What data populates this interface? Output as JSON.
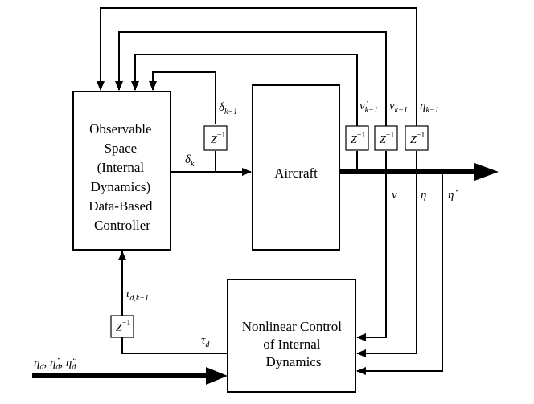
{
  "blocks": {
    "controller_lines": [
      "Observable",
      "Space",
      "(Internal",
      "Dynamics)",
      "Data-Based",
      "Controller"
    ],
    "aircraft": "Aircraft",
    "nonlinear_lines": [
      "Nonlinear Control",
      "of Internal",
      "Dynamics"
    ]
  },
  "delay_label": "Z",
  "delay_exponent": "−1",
  "signals": {
    "delta_k_minus_1": "δ",
    "delta_k_minus_1_sub": "k−1",
    "delta_k": "δ",
    "delta_k_sub": "k",
    "vdot_k_minus_1": "ν̇",
    "vdot_k_minus_1_sub": "k−1",
    "v_k_minus_1": "ν",
    "v_k_minus_1_sub": "k−1",
    "eta_k_minus_1": "η",
    "eta_k_minus_1_sub": "k−1",
    "nu": "ν",
    "eta": "η",
    "eta_dot": "η̇",
    "tau_d_k_minus_1": "τ",
    "tau_d_k_minus_1_sub": "d,k−1",
    "tau_d": "τ",
    "tau_d_sub": "d",
    "reference_input": "η",
    "reference_input_sub": "d",
    "reference_input_rest": ", η̇",
    "reference_input_rest_sub": "d",
    "reference_input_rest2": ", η̈",
    "reference_input_rest2_sub": "d"
  }
}
